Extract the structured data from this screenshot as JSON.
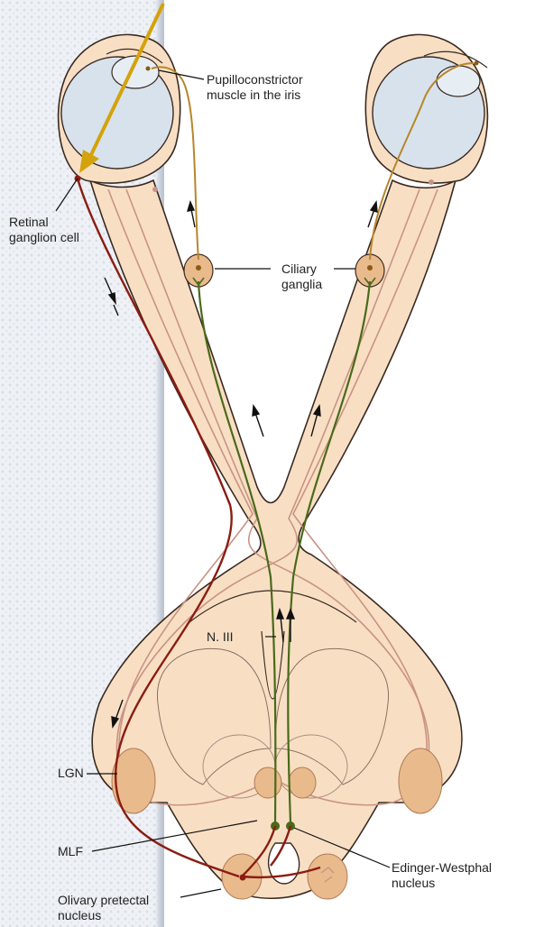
{
  "labels": {
    "pupilloconstrictor": "Pupilloconstrictor\nmuscle in the iris",
    "retinal_ganglion": "Retinal\nganglion cell",
    "ciliary_ganglia": "Ciliary\nganglia",
    "n_iii": "N. III",
    "lgn": "LGN",
    "mlf": "MLF",
    "olivary_pretectal": "Olivary pretectal\nnucleus",
    "edinger_westphal": "Edinger-Westphal\nnucleus"
  },
  "colors": {
    "tissue_fill": "#f8dfc4",
    "tissue_outline": "#3a2a22",
    "eyeball_fill": "#d8e2ec",
    "nucleus_fill": "#e9ba8c",
    "afferent_red": "#8b1c12",
    "efferent_green": "#4a6a1a",
    "postganglionic_brown": "#b8862a",
    "light_ray": "#d4a20a",
    "pink_tract": "#c99384"
  }
}
